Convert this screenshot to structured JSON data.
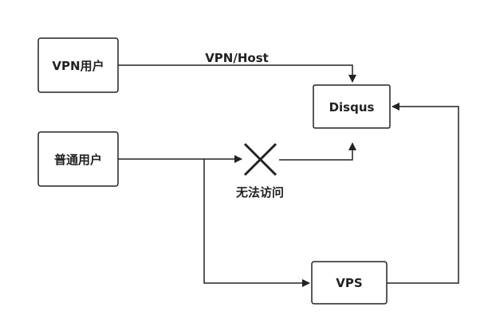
{
  "nodes": {
    "vpn_user": "VPN用户",
    "normal_user": "普通用户",
    "disqus": "Disqus",
    "vps": "VPS"
  },
  "edges": {
    "vpn_route_label": "VPN/Host",
    "blocked_label": "无法访问"
  },
  "colors": {
    "stroke": "#222222",
    "background": "#ffffff"
  }
}
